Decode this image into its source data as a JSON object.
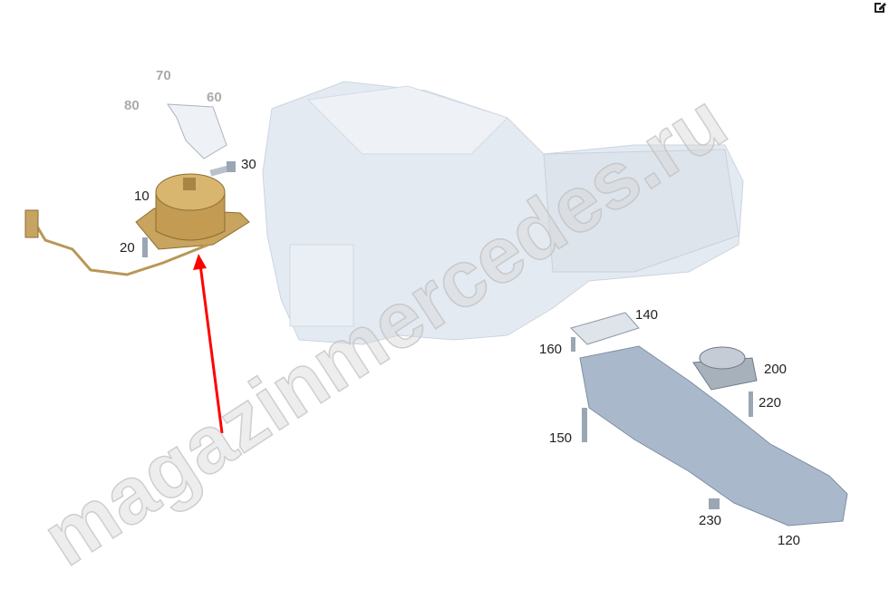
{
  "watermark": "magazinmercedes.ru",
  "toolbar": {
    "edit_icon": "edit-icon"
  },
  "callouts": [
    {
      "id": "70",
      "label": "70",
      "faded": true
    },
    {
      "id": "80",
      "label": "80",
      "faded": true
    },
    {
      "id": "60",
      "label": "60",
      "faded": true
    },
    {
      "id": "30",
      "label": "30"
    },
    {
      "id": "10",
      "label": "10"
    },
    {
      "id": "20",
      "label": "20"
    },
    {
      "id": "140",
      "label": "140"
    },
    {
      "id": "160",
      "label": "160"
    },
    {
      "id": "200",
      "label": "200"
    },
    {
      "id": "220",
      "label": "220"
    },
    {
      "id": "150",
      "label": "150"
    },
    {
      "id": "230",
      "label": "230"
    },
    {
      "id": "120",
      "label": "120"
    }
  ],
  "colors": {
    "engine": "#e3e9f0",
    "mount": "#c9a25c",
    "crossmember": "#9fb0c3",
    "arrow": "#ff0000"
  }
}
